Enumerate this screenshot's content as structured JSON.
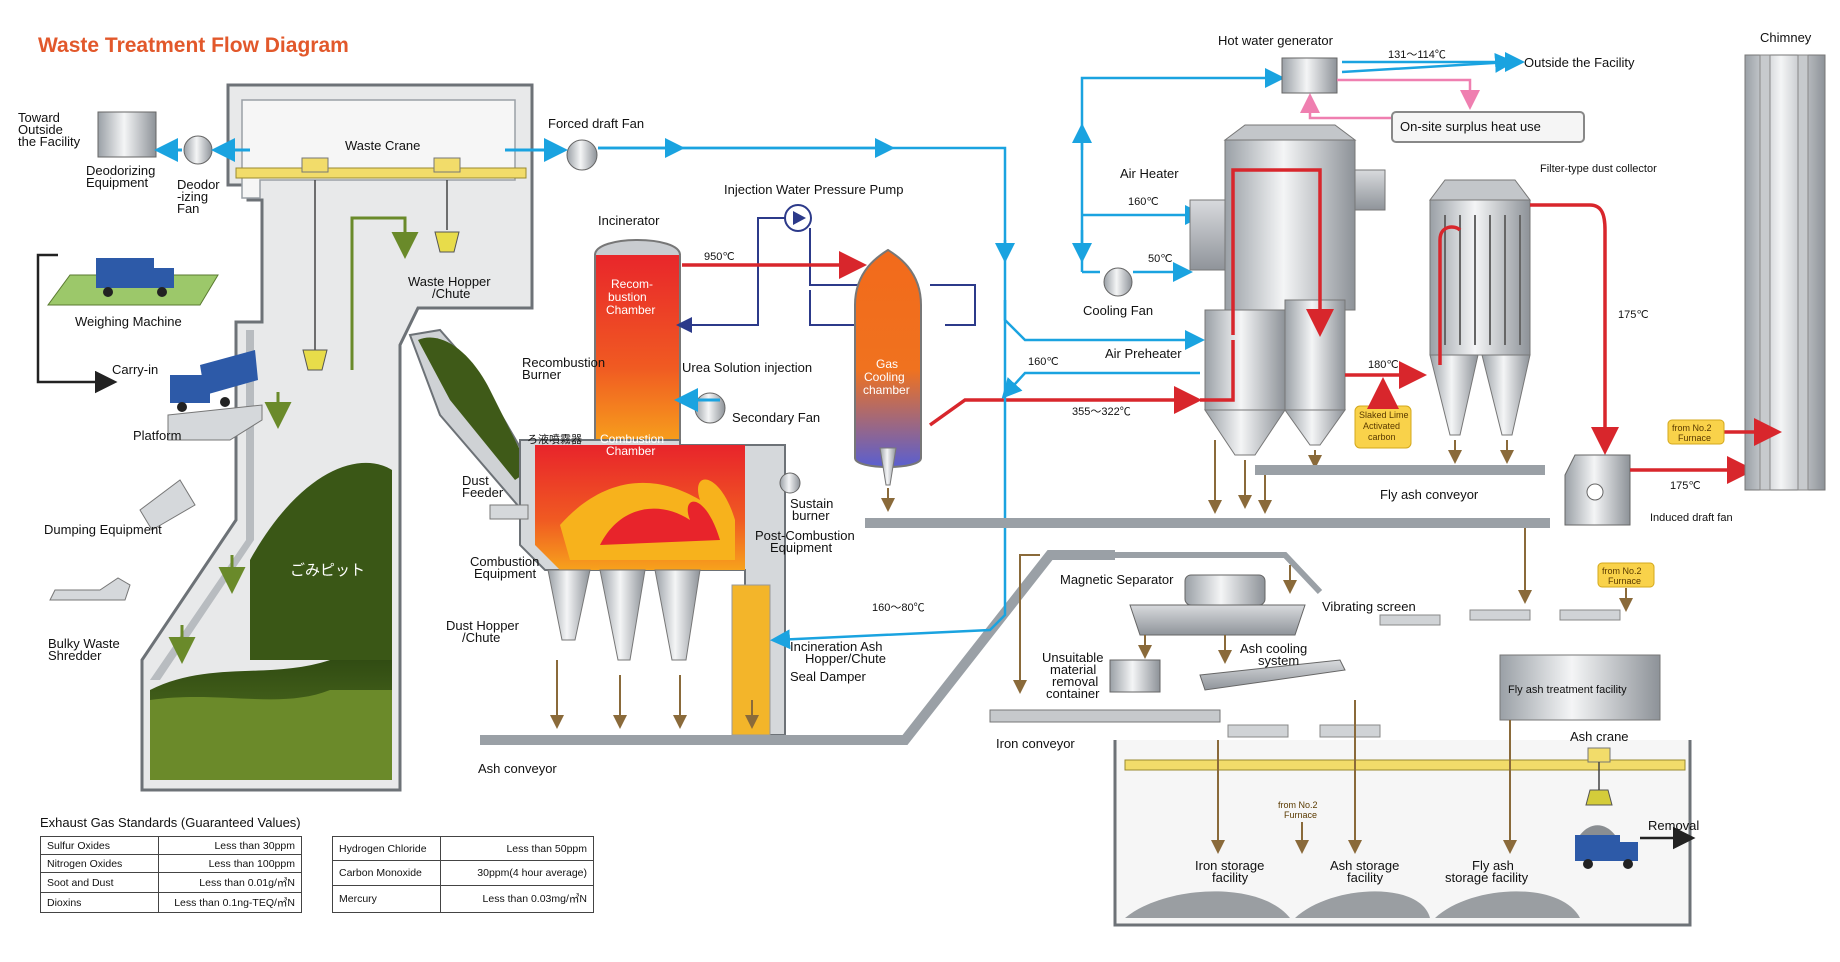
{
  "title": "Waste Treatment Flow Diagram",
  "labels": {
    "toward_outside": [
      "Toward",
      "Outside",
      "the Facility"
    ],
    "deodorizing": [
      "Deodorizing",
      "Equipment"
    ],
    "deodorizing_fan": [
      "Deodor",
      "-izing",
      "Fan"
    ],
    "waste_crane": "Waste Crane",
    "forced_draft_fan": "Forced draft Fan",
    "injection_pump": "Injection Water Pressure Pump",
    "incinerator": "Incinerator",
    "weighing_machine": "Weighing Machine",
    "waste_hopper": [
      "Waste Hopper",
      "/Chute"
    ],
    "carry_in": "Carry-in",
    "platform": "Platform",
    "recombustion_chamber": [
      "Recom-",
      "bustion",
      "Chamber"
    ],
    "recombustion_burner": [
      "Recombustion",
      "Burner"
    ],
    "urea": "Urea Solution injection",
    "secondary_fan": "Secondary Fan",
    "gas_cooling": [
      "Gas",
      "Cooling",
      "chamber"
    ],
    "combustion_chamber": [
      "Combustion",
      "Chamber"
    ],
    "liquid_sprayer": "ろ液噴霧器",
    "dust_feeder": [
      "Dust",
      "Feeder"
    ],
    "sustain_burner": [
      "Sustain",
      "burner"
    ],
    "post_combustion": [
      "Post-Combustion",
      "Equipment"
    ],
    "dumping": "Dumping Equipment",
    "garbage_pit": "ごみピット",
    "combustion_equipment": [
      "Combustion",
      "Equipment"
    ],
    "bulky_shredder": [
      "Bulky Waste",
      "Shredder"
    ],
    "dust_hopper": [
      "Dust Hopper",
      "/Chute"
    ],
    "incineration_ash_hopper": [
      "Incineration Ash",
      "Hopper/Chute"
    ],
    "seal_damper": "Seal Damper",
    "ash_conveyor": "Ash conveyor",
    "hot_water_generator": "Hot water generator",
    "outside_facility": "Outside the Facility",
    "onsite_heat": "On-site surplus heat use",
    "air_heater": "Air Heater",
    "cooling_fan": "Cooling Fan",
    "air_preheater": "Air Preheater",
    "filter_collector": "Filter-type dust collector",
    "chimney": "Chimney",
    "slaked_lime": [
      "Slaked Lime",
      "Activated",
      "carbon"
    ],
    "fly_ash_conveyor": "Fly ash conveyor",
    "from_no2": [
      "from No.2",
      "Furnace"
    ],
    "induced_fan": "Induced draft fan",
    "magnetic_separator": "Magnetic Separator",
    "vibrating_screen": "Vibrating screen",
    "unsuitable": [
      "Unsuitable",
      "material",
      "removal",
      "container"
    ],
    "ash_cooling": [
      "Ash cooling",
      "system"
    ],
    "fly_ash_facility": "Fly ash treatment facility",
    "iron_conveyor": "Iron conveyor",
    "ash_crane": "Ash crane",
    "removal": "Removal",
    "iron_storage": [
      "Iron storage",
      "facility"
    ],
    "ash_storage": [
      "Ash storage",
      "facility"
    ],
    "fly_ash_storage": [
      "Fly ash",
      "storage facility"
    ]
  },
  "temperatures": {
    "t950": "950℃",
    "t131": "131～114℃",
    "t160a": "160℃",
    "t50": "50℃",
    "t160b": "160℃",
    "t355": "355～322℃",
    "t180": "180℃",
    "t175a": "175℃",
    "t175b": "175℃",
    "t160_80": "160～80℃"
  },
  "standards": {
    "title": "Exhaust Gas Standards (Guaranteed Values)",
    "left": [
      {
        "name": "Sulfur Oxides",
        "value": "Less than 30ppm"
      },
      {
        "name": "Nitrogen Oxides",
        "value": "Less than 100ppm"
      },
      {
        "name": "Soot and Dust",
        "value": "Less than 0.01g/㎥N"
      },
      {
        "name": "Dioxins",
        "value": "Less than 0.1ng-TEQ/㎥N"
      }
    ],
    "right": [
      {
        "name": "Hydrogen Chloride",
        "value": "Less than 50ppm"
      },
      {
        "name": "Carbon Monoxide",
        "value": "30ppm(4 hour average)"
      },
      {
        "name": "Mercury",
        "value": "Less than 0.03mg/㎥N"
      }
    ]
  },
  "colors": {
    "title": "#e2582b",
    "air_line": "#1aa3e0",
    "gas_line": "#d8262c",
    "navy_line": "#2c3a8a",
    "heat_line": "#ef7fb0",
    "ash_line": "#8a6a3a",
    "waste_green": "#4a6b1f",
    "crane_yellow": "#f2dc6a",
    "label_box_yellow": "#f9d24a"
  }
}
